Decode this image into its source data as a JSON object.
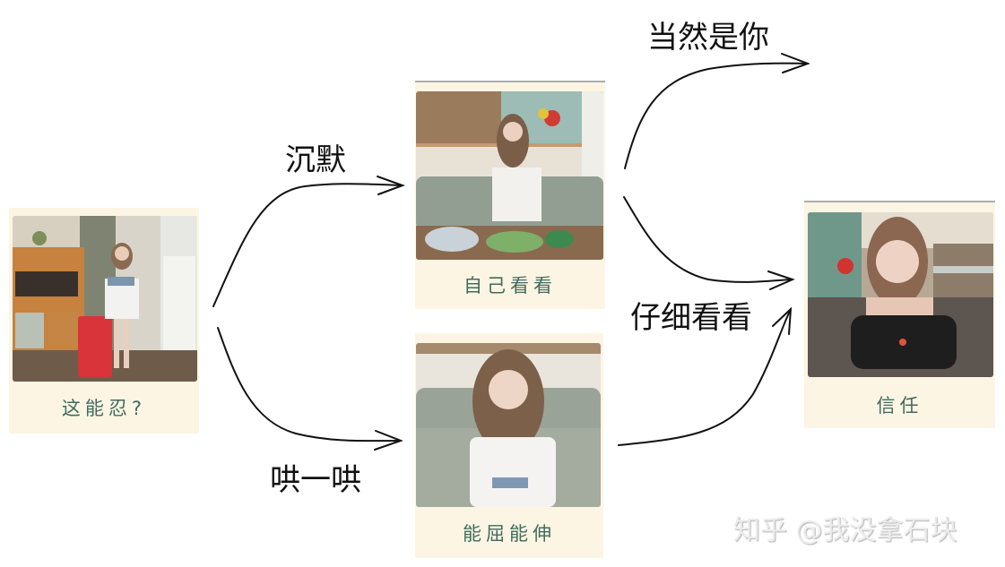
{
  "diagram": {
    "title": "",
    "nodes": [
      {
        "id": "start",
        "caption": "这能忍?",
        "scene": "woman standing with red suitcase in living room"
      },
      {
        "id": "silence",
        "caption": "自己看看",
        "scene": "woman sitting on sofa behind table with cans"
      },
      {
        "id": "coax",
        "caption": "能屈能伸",
        "scene": "woman sitting on sofa, close-up"
      },
      {
        "id": "trust",
        "caption": "信任",
        "scene": "woman holding black game console case"
      }
    ],
    "edges": [
      {
        "from": "start",
        "to": "silence",
        "label": "沉默"
      },
      {
        "from": "start",
        "to": "coax",
        "label": "哄一哄"
      },
      {
        "from": "silence",
        "to": "offscreen",
        "label": "当然是你"
      },
      {
        "from": "silence",
        "to": "trust",
        "label": "仔细看看"
      },
      {
        "from": "coax",
        "to": "trust",
        "label": ""
      }
    ]
  },
  "labels": {
    "silence": "沉默",
    "coax": "哄一哄",
    "of_course_you": "当然是你",
    "look_carefully": "仔细看看"
  },
  "watermark": "知乎 @我没拿石块",
  "colors": {
    "card_bg": "#fdf5e4",
    "caption_text": "#3f6b5e",
    "arrow": "#111111",
    "sofa": "#8f9c8e",
    "suitcase": "#d8343a"
  }
}
